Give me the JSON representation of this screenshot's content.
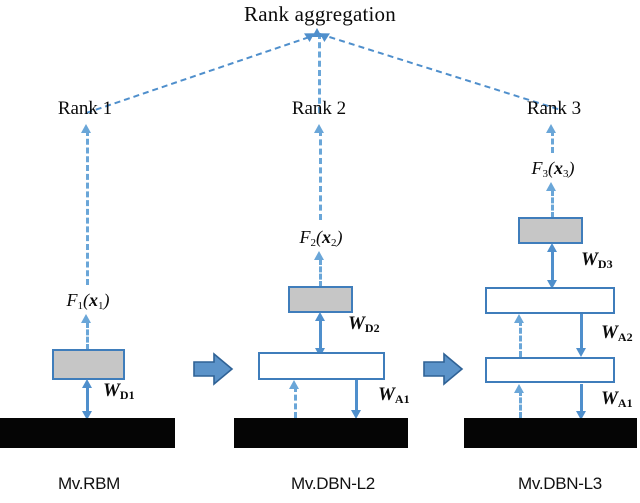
{
  "diagram": {
    "title": "Rank aggregation",
    "rank_labels": [
      "Rank 1",
      "Rank 2",
      "Rank 3"
    ],
    "model_labels": [
      "Mv.RBM",
      "Mv.DBN-L2",
      "Mv.DBN-L3"
    ],
    "score_functions": [
      {
        "fn": "F",
        "fn_sub": "1",
        "var": "x",
        "var_sub": "1"
      },
      {
        "fn": "F",
        "fn_sub": "2",
        "var": "x",
        "var_sub": "2"
      },
      {
        "fn": "F",
        "fn_sub": "3",
        "var": "x",
        "var_sub": "3"
      }
    ],
    "weight_labels": {
      "col1": [
        {
          "sym": "W",
          "sub": "D1"
        }
      ],
      "col2": [
        {
          "sym": "W",
          "sub": "D2"
        },
        {
          "sym": "W",
          "sub": "A1"
        }
      ],
      "col3": [
        {
          "sym": "W",
          "sub": "D3"
        },
        {
          "sym": "W",
          "sub": "A2"
        },
        {
          "sym": "W",
          "sub": "A1"
        }
      ]
    },
    "colors": {
      "accent_blue": "#4f8fcc",
      "border_blue": "#3f7dbb",
      "dashed_blue": "#6aa6d8",
      "gray_layer": "#c6c6c6",
      "input_black": "#050505",
      "background": "#ffffff",
      "text": "#0a0a0a"
    },
    "icons": {
      "stage_arrow": "right-block-arrow",
      "aggregation_arrow": "dashed-up-arrow"
    }
  }
}
